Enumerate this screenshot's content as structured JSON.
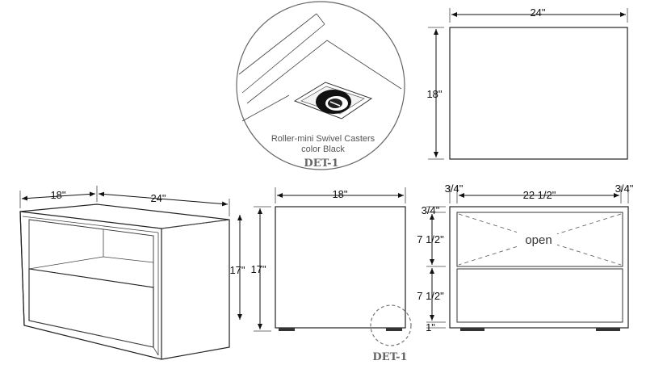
{
  "detail": {
    "caption_line1": "Roller-mini Swivel Casters",
    "caption_line2": "color Black",
    "label": "DET-1"
  },
  "top_view": {
    "width": "24\"",
    "depth": "18\""
  },
  "iso_view": {
    "depth": "18\"",
    "width": "24\"",
    "height": "17\""
  },
  "side_view": {
    "depth": "18\"",
    "height": "17\"",
    "detail_ref": "DET-1"
  },
  "front_view": {
    "side_left": "3/4\"",
    "inner_width": "22 1/2\"",
    "side_right": "3/4\"",
    "top_panel": "3/4\"",
    "open_height": "7 1/2\"",
    "drawer_height": "7 1/2\"",
    "base": "1\"",
    "open_label": "open"
  }
}
